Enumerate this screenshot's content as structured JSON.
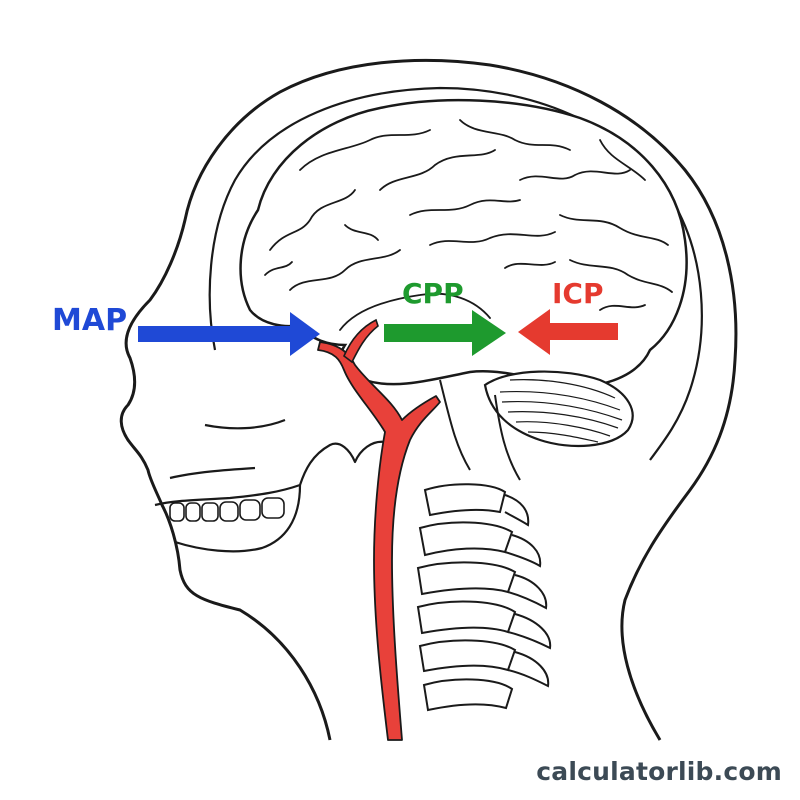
{
  "labels": {
    "map": "MAP",
    "cpp": "CPP",
    "icp": "ICP"
  },
  "watermark": "calculatorlib.com",
  "colors": {
    "map": "#1f49d6",
    "cpp": "#1e9a2e",
    "icp": "#e53a2f",
    "artery": "#e8413a",
    "outline": "#1a1a1a",
    "watermark": "#3c4a55"
  },
  "icons": {
    "head": "head-profile-outline",
    "brain": "brain-outline",
    "artery": "carotid-artery",
    "spine": "cervical-spine"
  }
}
